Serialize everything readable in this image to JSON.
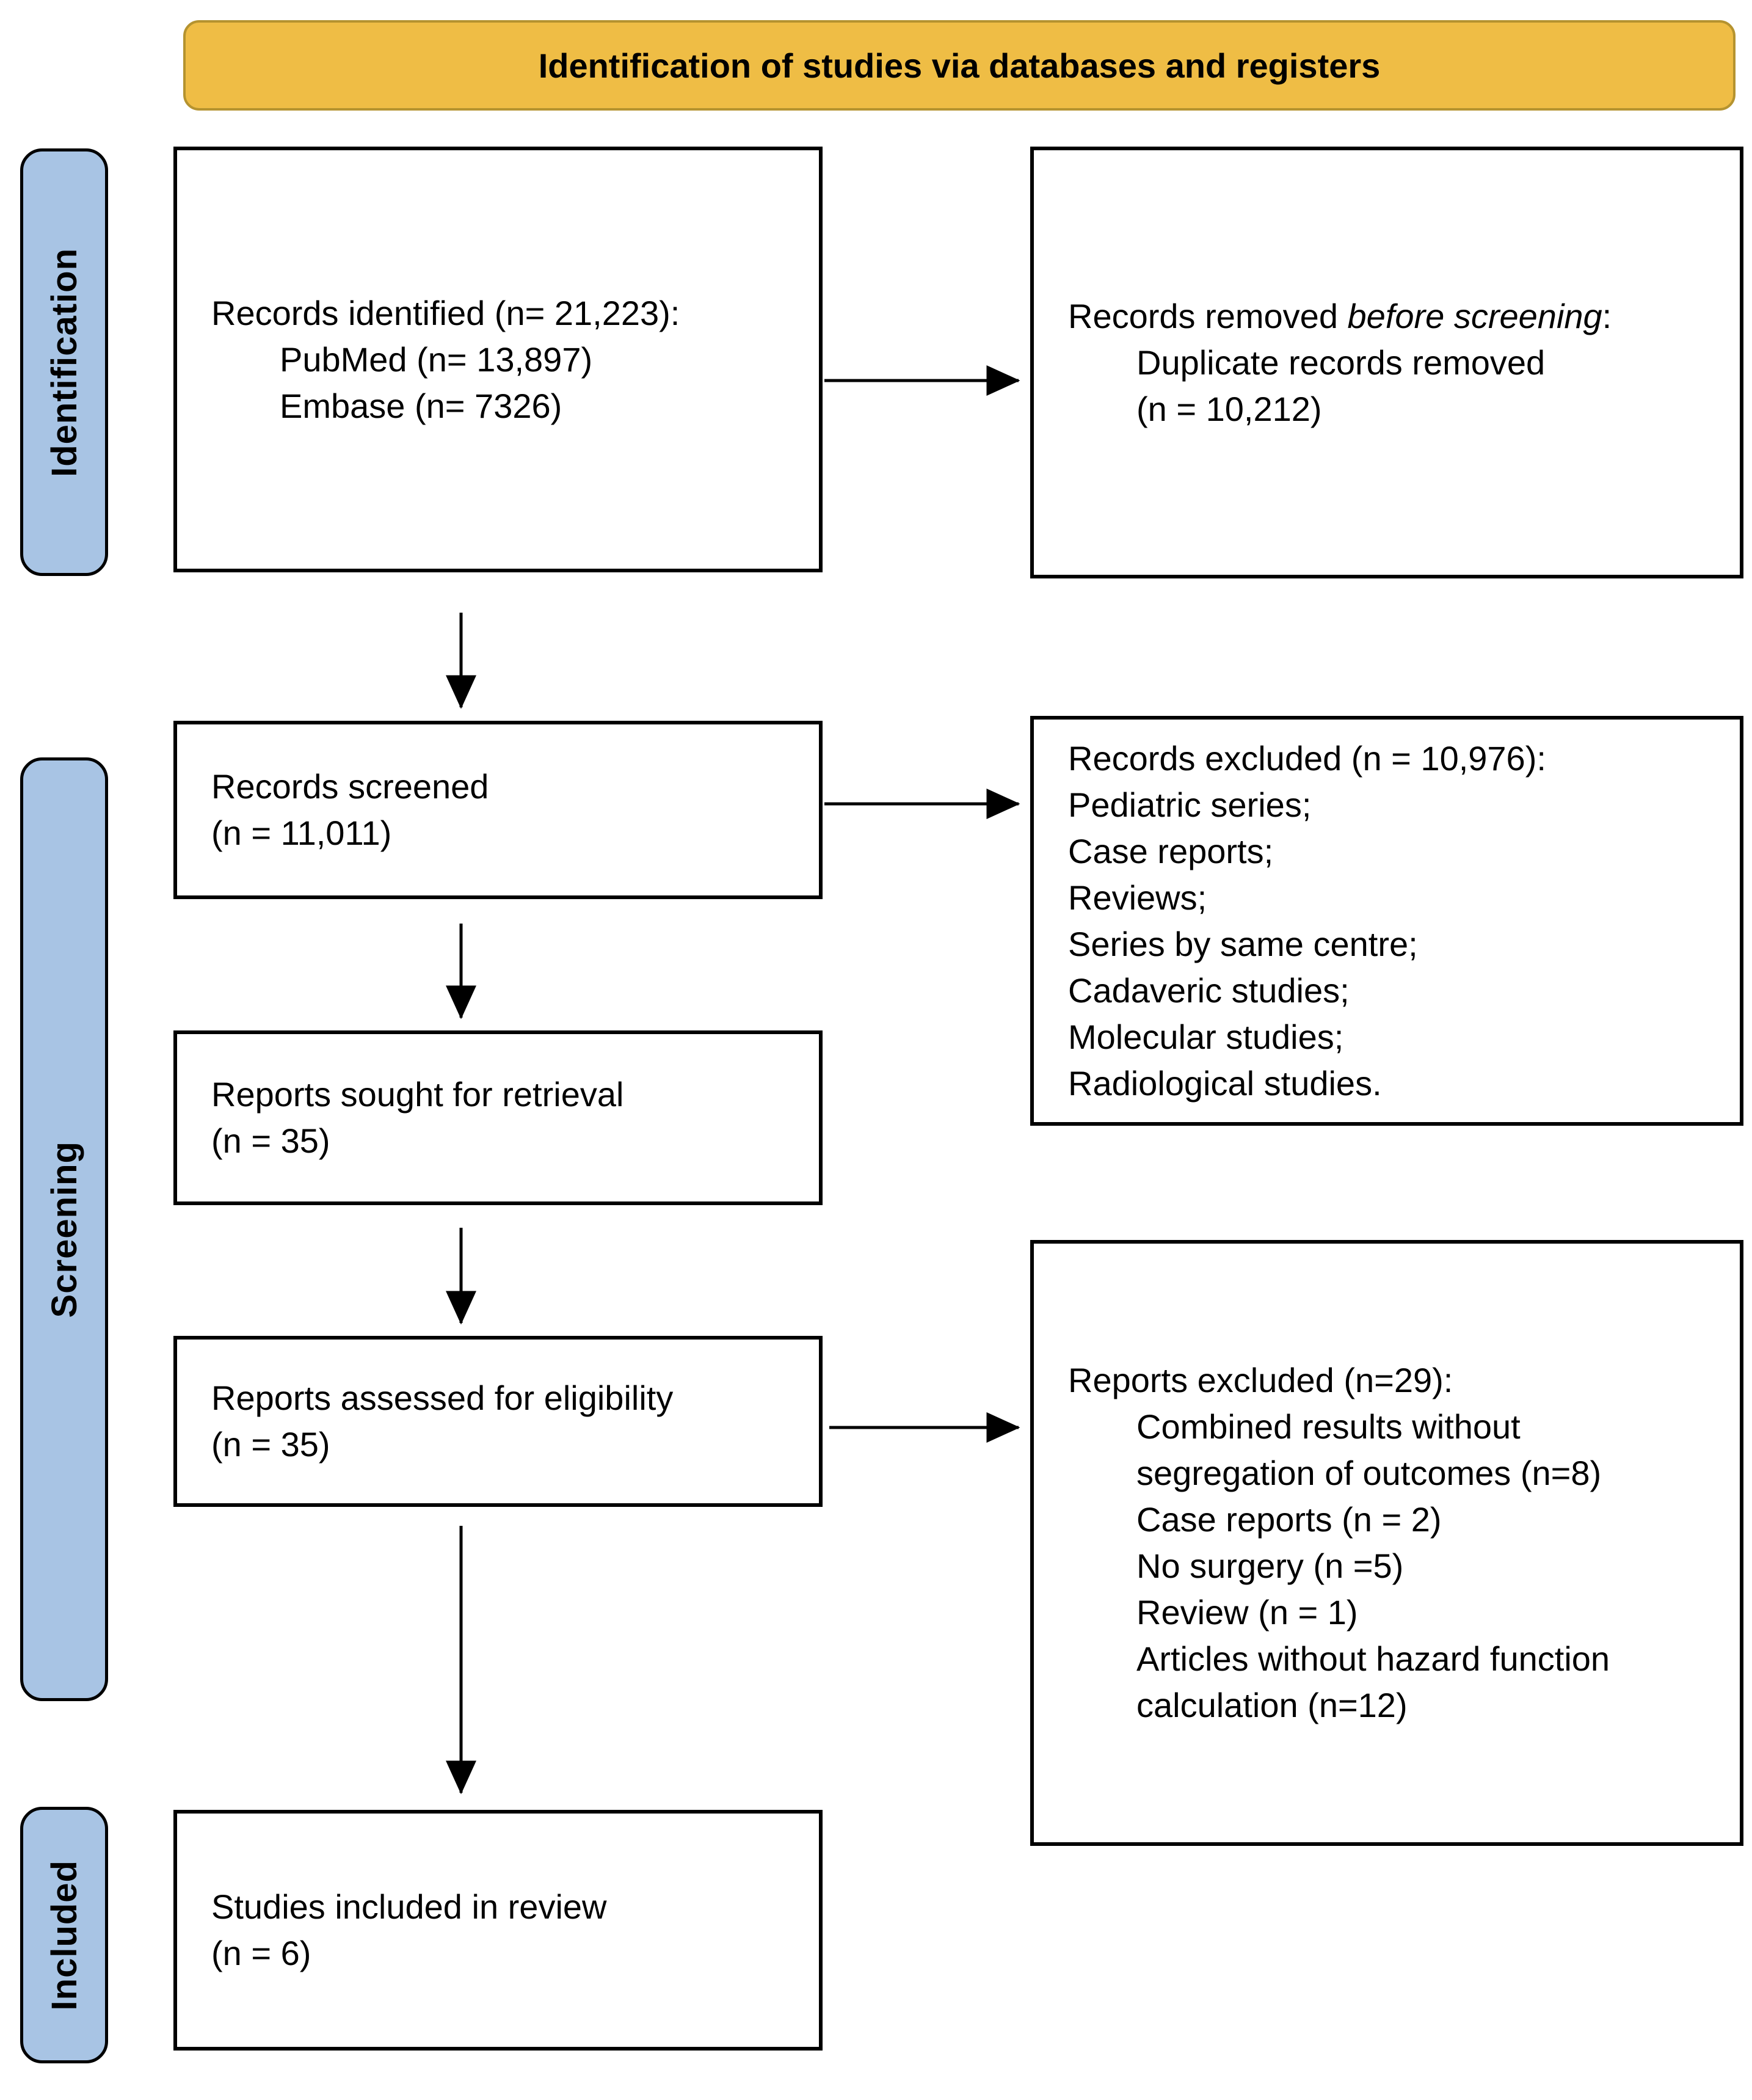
{
  "banner": {
    "title": "Identification of studies via databases and registers"
  },
  "labels": {
    "identification": "Identification",
    "screening": "Screening",
    "included": "Included"
  },
  "boxes": {
    "records_identified": {
      "lines": [
        "Records identified (n= 21,223):",
        "PubMed (n= 13,897)",
        "Embase (n= 7326)"
      ]
    },
    "records_removed": {
      "prefix": "Records removed ",
      "emphasis": "before screening",
      "suffix": ":",
      "lines": [
        "Duplicate records removed",
        "(n = 10,212)"
      ]
    },
    "records_screened": {
      "lines": [
        "Records screened",
        "(n = 11,011)"
      ]
    },
    "records_excluded": {
      "lines": [
        "Records excluded (n = 10,976):",
        "Pediatric series;",
        "Case reports;",
        "Reviews;",
        "Series by same centre;",
        "Cadaveric studies;",
        "Molecular studies;",
        "Radiological studies."
      ]
    },
    "reports_sought": {
      "lines": [
        "Reports sought for retrieval",
        "(n = 35)"
      ]
    },
    "reports_assessed": {
      "lines": [
        "Reports assessed for eligibility",
        "(n = 35)"
      ]
    },
    "reports_excluded": {
      "lines": [
        "Reports excluded (n=29):",
        "Combined results without",
        "segregation of outcomes (n=8)",
        "Case reports (n = 2)",
        "No surgery (n =5)",
        "Review (n = 1)",
        "Articles without hazard function",
        "calculation (n=12)"
      ]
    },
    "studies_included": {
      "lines": [
        "Studies included in review",
        "(n = 6)"
      ]
    }
  },
  "colors": {
    "banner_fill": "#EFBD45",
    "banner_border": "#B5932F",
    "stage_fill": "#A8C4E4",
    "stage_border": "#000000",
    "box_border": "#000000",
    "text": "#000000",
    "background": "#FFFFFF"
  }
}
